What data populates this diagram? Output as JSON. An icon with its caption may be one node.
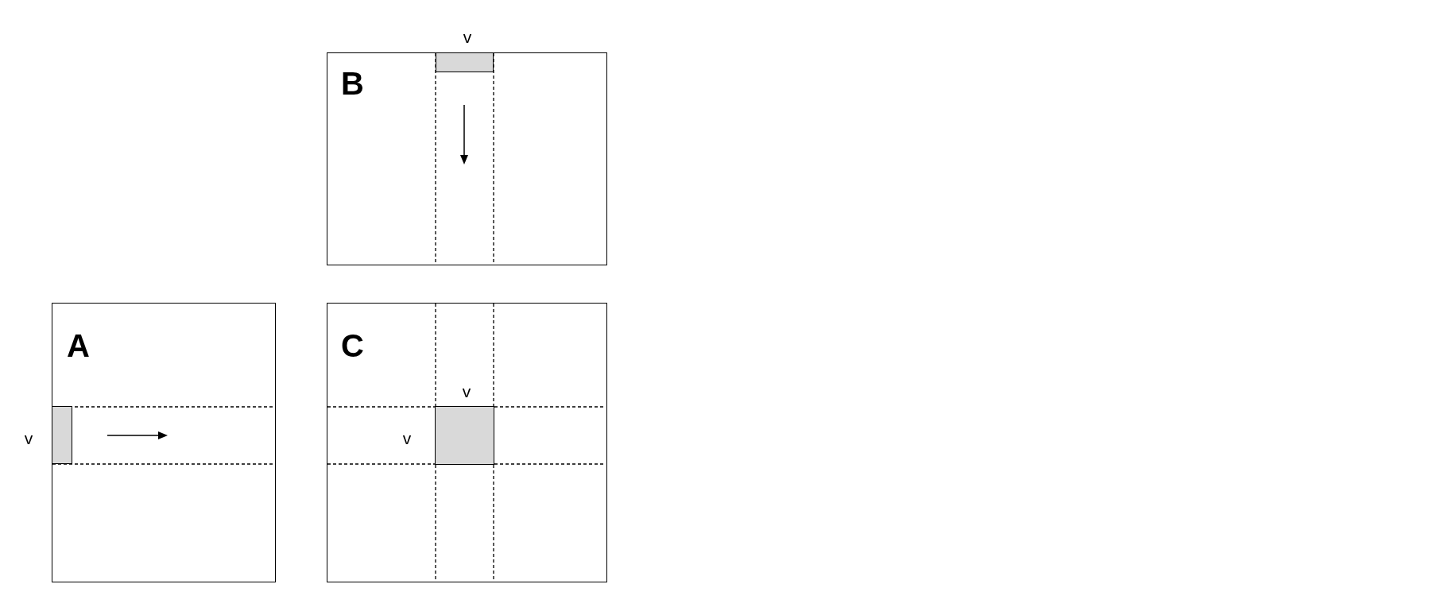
{
  "diagram": {
    "nodes": [
      {
        "text": [
          "B"
        ]
      },
      {
        "text": [],
        "shape": "box",
        "in": 0,
        "beside": [
          "v"
        ]
      },
      {
        "text": [
          "A"
        ]
      },
      {
        "text": [],
        "shape": "box",
        "in": 2,
        "beside": [
          "v"
        ]
      },
      {
        "text": [
          "C"
        ]
      },
      {
        "text": [],
        "shape": "box",
        "in": 4,
        "beside": [
          "v",
          "v"
        ]
      }
    ]
  }
}
